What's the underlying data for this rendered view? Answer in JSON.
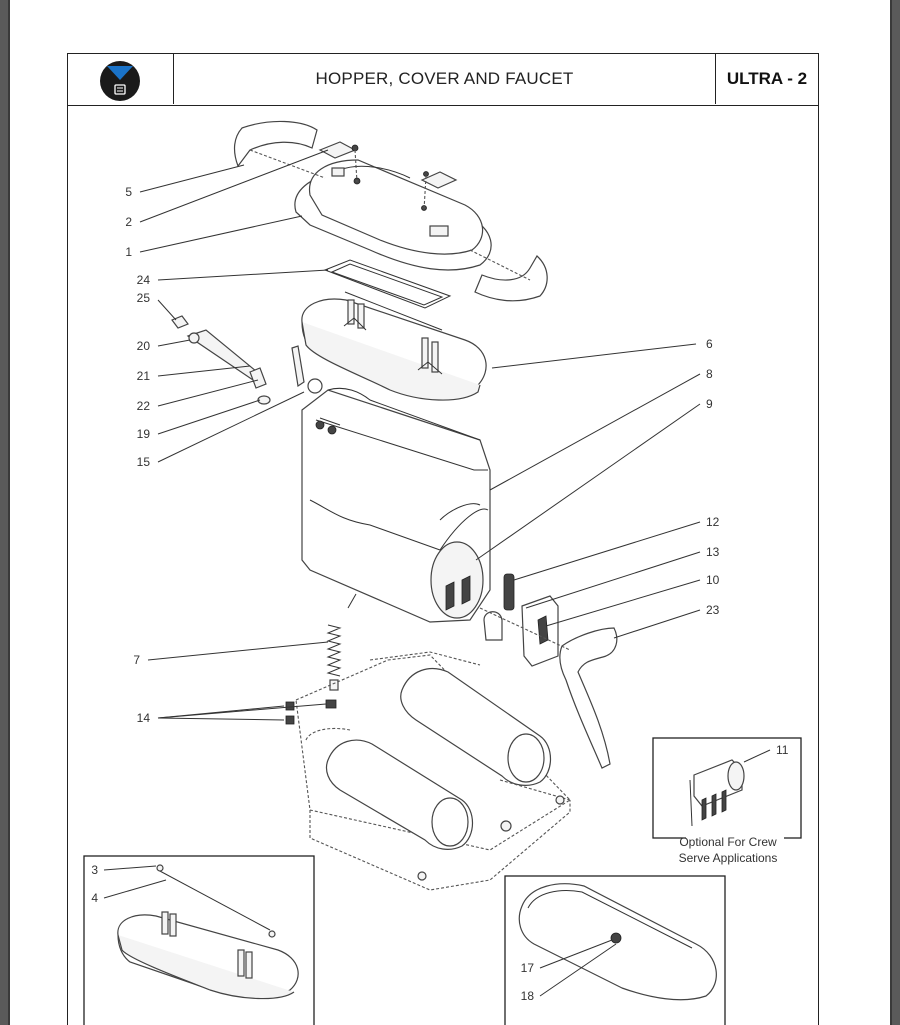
{
  "header": {
    "title": "HOPPER, COVER AND FAUCET",
    "model": "ULTRA - 2",
    "logo_color": "#1a73c9"
  },
  "callouts": {
    "c1": "1",
    "c2": "2",
    "c3": "3",
    "c4": "4",
    "c5": "5",
    "c6": "6",
    "c7": "7",
    "c8": "8",
    "c9": "9",
    "c10": "10",
    "c11": "11",
    "c12": "12",
    "c13": "13",
    "c14": "14",
    "c15": "15",
    "c17": "17",
    "c18": "18",
    "c19": "19",
    "c20": "20",
    "c21": "21",
    "c22": "22",
    "c23": "23",
    "c24": "24",
    "c25": "25"
  },
  "inset": {
    "note_line1": "Optional For Crew",
    "note_line2": "Serve Applications"
  }
}
